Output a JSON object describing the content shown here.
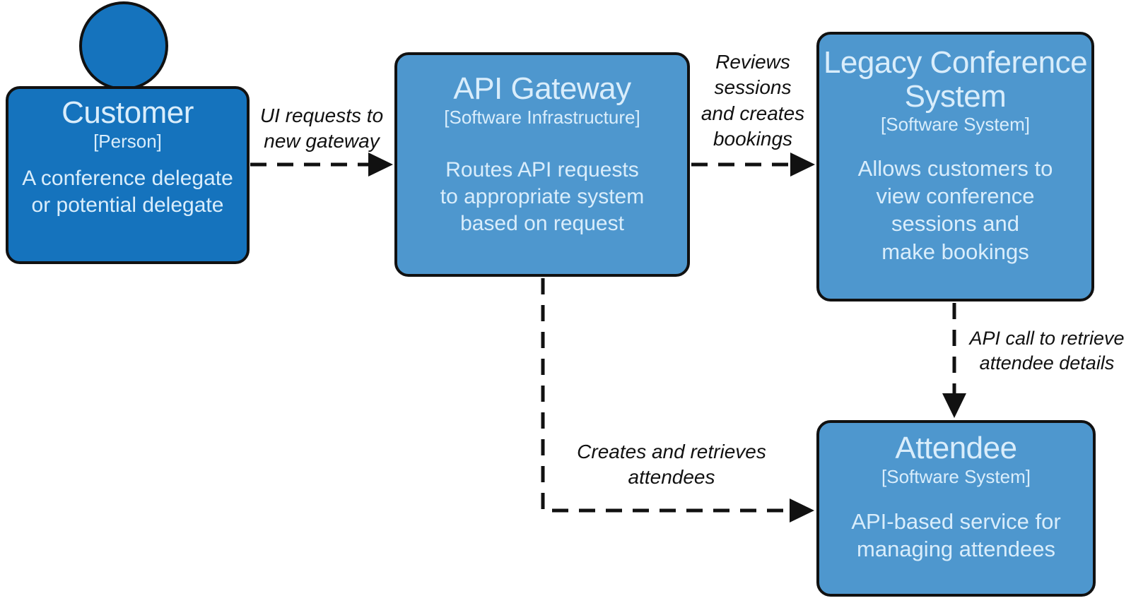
{
  "diagram": {
    "kind": "software-architecture-context-diagram",
    "colors": {
      "person_fill": "#1573bd",
      "system_fill": "#4e97ce",
      "node_border": "#111111",
      "node_text": "#d9edfb",
      "edge_color": "#111111",
      "background": "#ffffff"
    }
  },
  "nodes": {
    "customer": {
      "title": "Customer",
      "subtitle": "[Person]",
      "description": "A conference delegate\nor potential delegate",
      "shape": "person"
    },
    "api_gateway": {
      "title": "API Gateway",
      "subtitle": "[Software Infrastructure]",
      "description": "Routes API requests\nto appropriate system\nbased on request",
      "shape": "system"
    },
    "legacy_conference_system": {
      "title": "Legacy Conference\nSystem",
      "subtitle": "[Software System]",
      "description": "Allows customers to\nview conference\nsessions and\nmake bookings",
      "shape": "system"
    },
    "attendee": {
      "title": "Attendee",
      "subtitle": "[Software System]",
      "description": "API-based service for\nmanaging attendees",
      "shape": "system"
    }
  },
  "edges": {
    "customer_to_gateway": {
      "from": "customer",
      "to": "api_gateway",
      "label": "UI requests to\nnew gateway",
      "style": "dashed-arrow"
    },
    "gateway_to_legacy": {
      "from": "api_gateway",
      "to": "legacy_conference_system",
      "label": "Reviews\nsessions\nand creates\nbookings",
      "style": "dashed-arrow"
    },
    "legacy_to_attendee": {
      "from": "legacy_conference_system",
      "to": "attendee",
      "label": "API call to retrieve\nattendee details",
      "style": "dashed-arrow"
    },
    "gateway_to_attendee": {
      "from": "api_gateway",
      "to": "attendee",
      "label": "Creates and retrieves\nattendees",
      "style": "dashed-arrow"
    }
  }
}
